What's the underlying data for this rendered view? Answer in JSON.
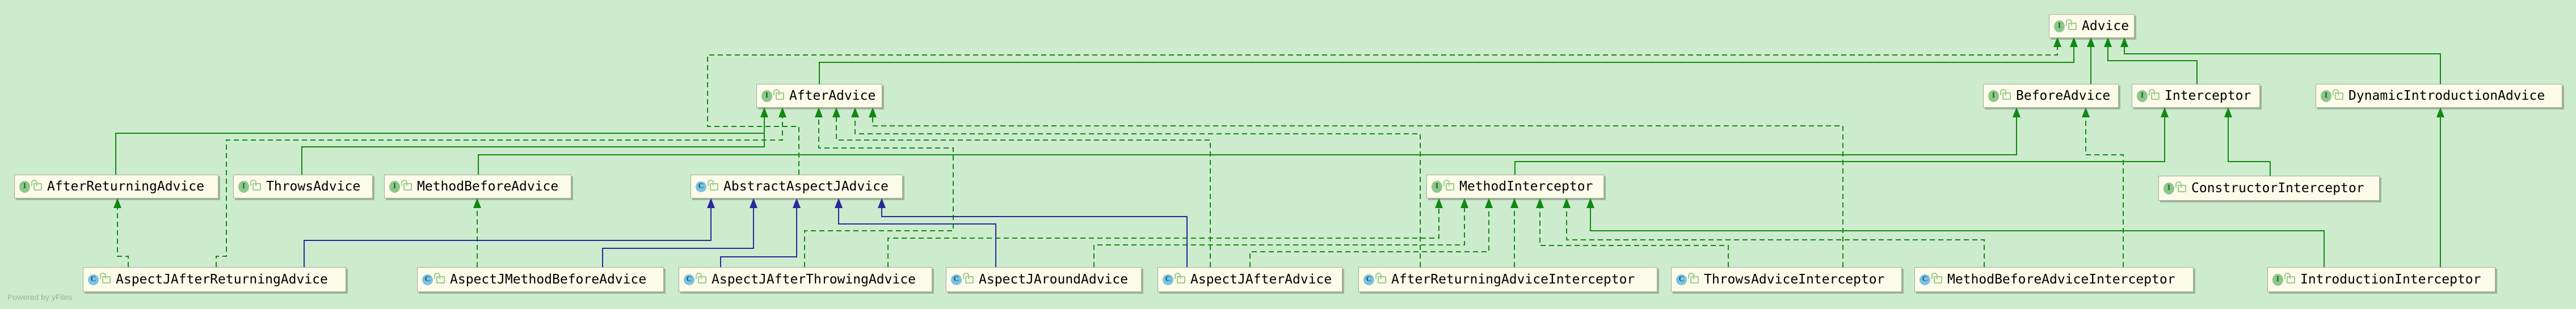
{
  "diagram": {
    "title": "Spring AOP Advice type hierarchy (UML class diagram)",
    "watermark": "Powered by yFiles",
    "colors": {
      "background": "#cdeccd",
      "node_fill": "#fdfbe9",
      "node_border": "#a8a8a8",
      "edge_green": "#118811",
      "edge_navy": "#28289a",
      "interface_badge_bg": "#8cc88c",
      "class_badge_bg": "#7cc3de"
    },
    "icons": {
      "interface_badge": "I",
      "class_badge": "C",
      "visibility_icon": "open-lock"
    },
    "nodes": [
      {
        "id": "Advice",
        "label": "Advice",
        "stereotype": "interface"
      },
      {
        "id": "AfterAdvice",
        "label": "AfterAdvice",
        "stereotype": "interface"
      },
      {
        "id": "BeforeAdvice",
        "label": "BeforeAdvice",
        "stereotype": "interface"
      },
      {
        "id": "Interceptor",
        "label": "Interceptor",
        "stereotype": "interface"
      },
      {
        "id": "DynamicIntroductionAdvice",
        "label": "DynamicIntroductionAdvice",
        "stereotype": "interface"
      },
      {
        "id": "AfterReturningAdvice",
        "label": "AfterReturningAdvice",
        "stereotype": "interface"
      },
      {
        "id": "ThrowsAdvice",
        "label": "ThrowsAdvice",
        "stereotype": "interface"
      },
      {
        "id": "MethodBeforeAdvice",
        "label": "MethodBeforeAdvice",
        "stereotype": "interface"
      },
      {
        "id": "AbstractAspectJAdvice",
        "label": "AbstractAspectJAdvice",
        "stereotype": "class"
      },
      {
        "id": "MethodInterceptor",
        "label": "MethodInterceptor",
        "stereotype": "interface"
      },
      {
        "id": "ConstructorInterceptor",
        "label": "ConstructorInterceptor",
        "stereotype": "interface"
      },
      {
        "id": "AspectJAfterReturningAdvice",
        "label": "AspectJAfterReturningAdvice",
        "stereotype": "class"
      },
      {
        "id": "AspectJMethodBeforeAdvice",
        "label": "AspectJMethodBeforeAdvice",
        "stereotype": "class"
      },
      {
        "id": "AspectJAfterThrowingAdvice",
        "label": "AspectJAfterThrowingAdvice",
        "stereotype": "class"
      },
      {
        "id": "AspectJAroundAdvice",
        "label": "AspectJAroundAdvice",
        "stereotype": "class"
      },
      {
        "id": "AspectJAfterAdvice",
        "label": "AspectJAfterAdvice",
        "stereotype": "class"
      },
      {
        "id": "AfterReturningAdviceInterceptor",
        "label": "AfterReturningAdviceInterceptor",
        "stereotype": "class"
      },
      {
        "id": "ThrowsAdviceInterceptor",
        "label": "ThrowsAdviceInterceptor",
        "stereotype": "class"
      },
      {
        "id": "MethodBeforeAdviceInterceptor",
        "label": "MethodBeforeAdviceInterceptor",
        "stereotype": "class"
      },
      {
        "id": "IntroductionInterceptor",
        "label": "IntroductionInterceptor",
        "stereotype": "interface"
      }
    ],
    "edges": [
      {
        "from": "AfterAdvice",
        "to": "Advice",
        "style": "solid-green"
      },
      {
        "from": "BeforeAdvice",
        "to": "Advice",
        "style": "solid-green"
      },
      {
        "from": "Interceptor",
        "to": "Advice",
        "style": "solid-green"
      },
      {
        "from": "DynamicIntroductionAdvice",
        "to": "Advice",
        "style": "solid-green"
      },
      {
        "from": "AfterReturningAdvice",
        "to": "AfterAdvice",
        "style": "solid-green"
      },
      {
        "from": "ThrowsAdvice",
        "to": "AfterAdvice",
        "style": "solid-green"
      },
      {
        "from": "MethodBeforeAdvice",
        "to": "BeforeAdvice",
        "style": "solid-green"
      },
      {
        "from": "MethodInterceptor",
        "to": "Interceptor",
        "style": "solid-green"
      },
      {
        "from": "ConstructorInterceptor",
        "to": "Interceptor",
        "style": "solid-green"
      },
      {
        "from": "IntroductionInterceptor",
        "to": "MethodInterceptor",
        "style": "solid-green"
      },
      {
        "from": "IntroductionInterceptor",
        "to": "DynamicIntroductionAdvice",
        "style": "solid-green"
      },
      {
        "from": "AbstractAspectJAdvice",
        "to": "Advice",
        "style": "dashed-green"
      },
      {
        "from": "AspectJAfterReturningAdvice",
        "to": "AfterReturningAdvice",
        "style": "dashed-green"
      },
      {
        "from": "AspectJAfterReturningAdvice",
        "to": "AfterAdvice",
        "style": "dashed-green"
      },
      {
        "from": "AspectJAfterThrowingAdvice",
        "to": "AfterAdvice",
        "style": "dashed-green"
      },
      {
        "from": "AspectJAfterAdvice",
        "to": "AfterAdvice",
        "style": "dashed-green"
      },
      {
        "from": "AfterReturningAdviceInterceptor",
        "to": "AfterAdvice",
        "style": "dashed-green"
      },
      {
        "from": "ThrowsAdviceInterceptor",
        "to": "AfterAdvice",
        "style": "dashed-green"
      },
      {
        "from": "AspectJMethodBeforeAdvice",
        "to": "MethodBeforeAdvice",
        "style": "dashed-green"
      },
      {
        "from": "MethodBeforeAdviceInterceptor",
        "to": "BeforeAdvice",
        "style": "dashed-green"
      },
      {
        "from": "AspectJAfterThrowingAdvice",
        "to": "MethodInterceptor",
        "style": "dashed-green"
      },
      {
        "from": "AspectJAroundAdvice",
        "to": "MethodInterceptor",
        "style": "dashed-green"
      },
      {
        "from": "AspectJAfterAdvice",
        "to": "MethodInterceptor",
        "style": "dashed-green"
      },
      {
        "from": "AfterReturningAdviceInterceptor",
        "to": "MethodInterceptor",
        "style": "dashed-green"
      },
      {
        "from": "ThrowsAdviceInterceptor",
        "to": "MethodInterceptor",
        "style": "dashed-green"
      },
      {
        "from": "MethodBeforeAdviceInterceptor",
        "to": "MethodInterceptor",
        "style": "dashed-green"
      },
      {
        "from": "AspectJAfterReturningAdvice",
        "to": "AbstractAspectJAdvice",
        "style": "solid-navy"
      },
      {
        "from": "AspectJMethodBeforeAdvice",
        "to": "AbstractAspectJAdvice",
        "style": "solid-navy"
      },
      {
        "from": "AspectJAfterThrowingAdvice",
        "to": "AbstractAspectJAdvice",
        "style": "solid-navy"
      },
      {
        "from": "AspectJAroundAdvice",
        "to": "AbstractAspectJAdvice",
        "style": "solid-navy"
      },
      {
        "from": "AspectJAfterAdvice",
        "to": "AbstractAspectJAdvice",
        "style": "solid-navy"
      }
    ]
  }
}
